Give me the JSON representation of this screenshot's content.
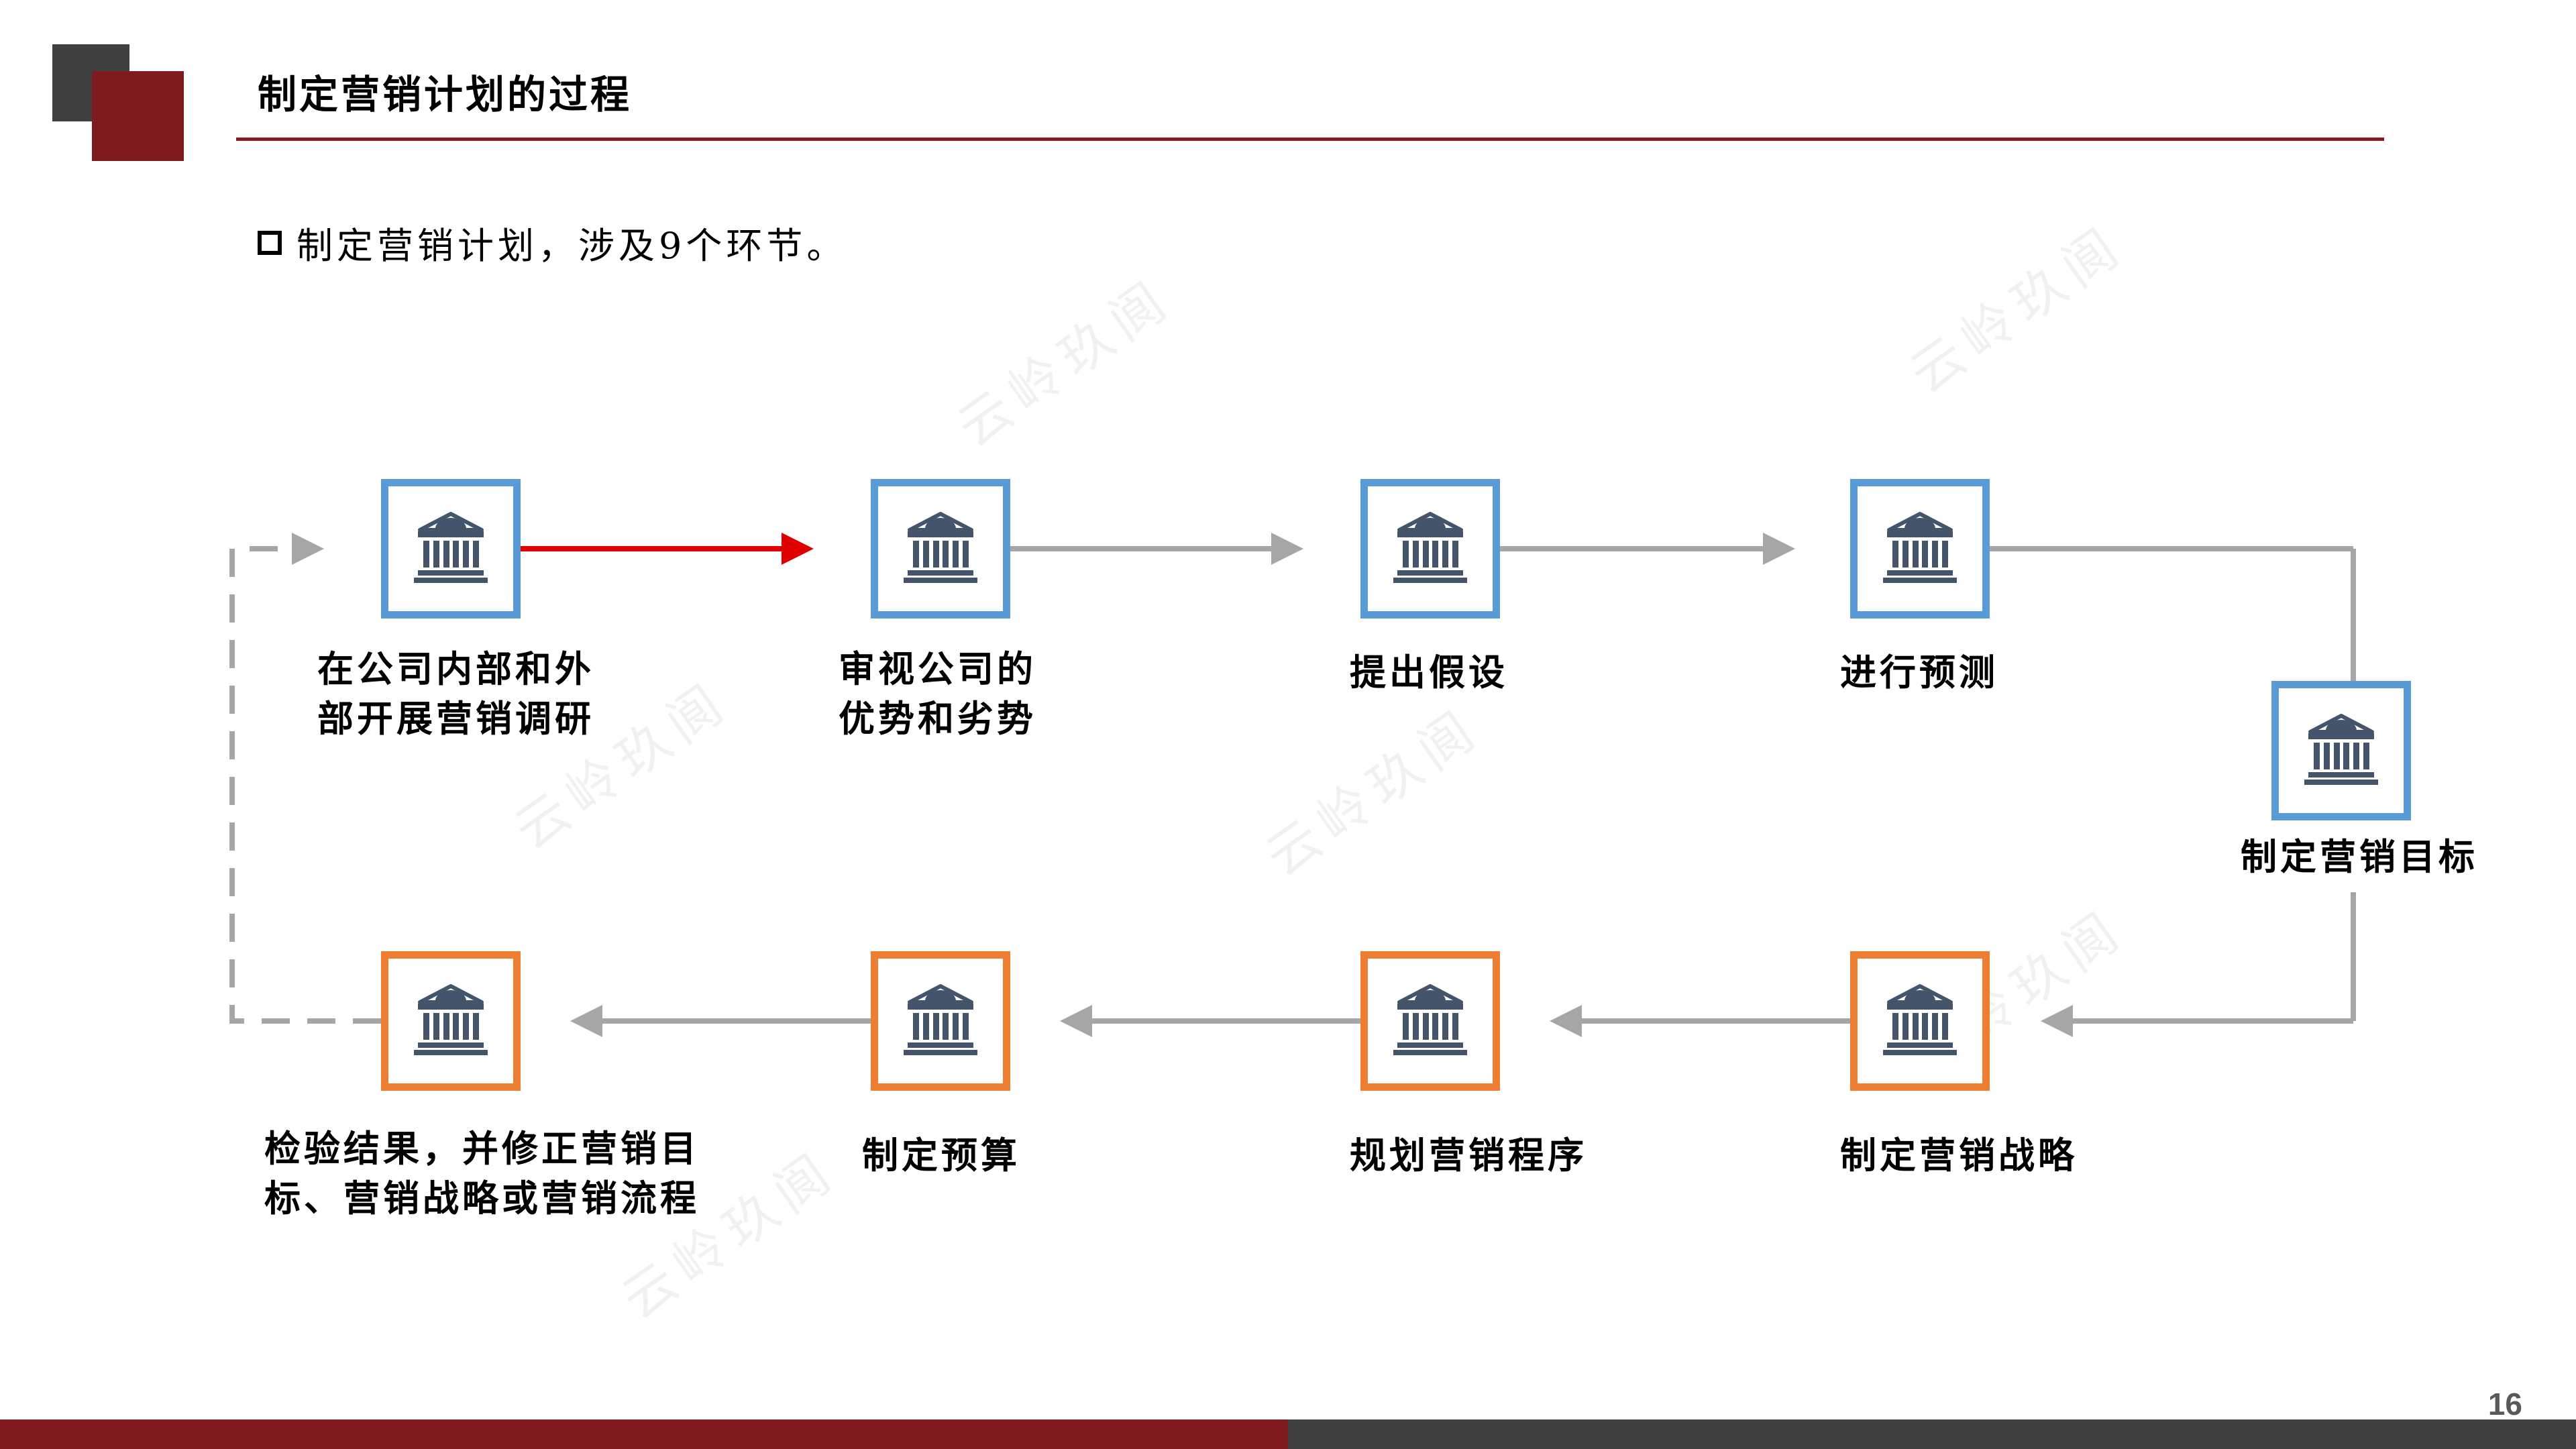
{
  "title": "制定营销计划的过程",
  "bullet": "制定营销计划，涉及9个环节。",
  "watermark": "云岭玖阆",
  "page_number": "16",
  "colors": {
    "brand_red": "#7f1a1e",
    "brand_dark": "#404040",
    "tile_blue": "#5b9bd5",
    "tile_orange": "#ed7d31",
    "arrow_gray": "#a6a6a6",
    "arrow_highlight": "#e00000",
    "icon_navy": "#44546a"
  },
  "icon": "bank-building-icon",
  "steps": [
    {
      "label_lines": [
        "在公司内部和外",
        "部开展营销调研"
      ],
      "tile": "blue"
    },
    {
      "label_lines": [
        "审视公司的",
        "优势和劣势"
      ],
      "tile": "blue"
    },
    {
      "label_lines": [
        "提出假设"
      ],
      "tile": "blue"
    },
    {
      "label_lines": [
        "进行预测"
      ],
      "tile": "blue"
    },
    {
      "label_lines": [
        "制定营销目标"
      ],
      "tile": "blue"
    },
    {
      "label_lines": [
        "制定营销战略"
      ],
      "tile": "orange"
    },
    {
      "label_lines": [
        "规划营销程序"
      ],
      "tile": "orange"
    },
    {
      "label_lines": [
        "制定预算"
      ],
      "tile": "orange"
    },
    {
      "label_lines": [
        "检验结果，并修正营销目",
        "标、营销战略或营销流程"
      ],
      "tile": "orange"
    }
  ]
}
